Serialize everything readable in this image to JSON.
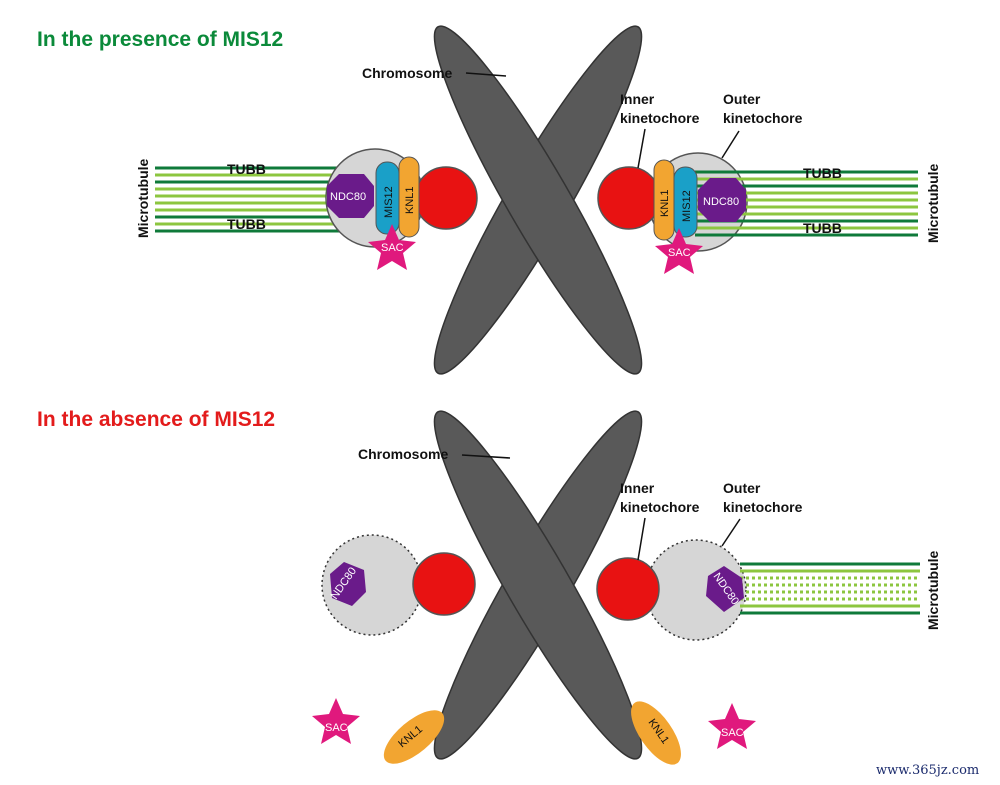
{
  "panels": {
    "top": {
      "title": "In the presence of MIS12",
      "title_color": "#0b8a3a",
      "chromosome_label": "Chromosome",
      "inner_label_line1": "Inner",
      "inner_label_line2": "kinetochore",
      "outer_label_line1": "Outer",
      "outer_label_line2": "kinetochore",
      "microtubule_label": "Microtubule",
      "tubb_label": "TUBB",
      "ndc80_label": "NDC80",
      "mis12_label": "MIS12",
      "knl1_label": "KNL1",
      "sac_label": "SAC"
    },
    "bottom": {
      "title": "In the absence of MIS12",
      "title_color": "#e31b1b",
      "chromosome_label": "Chromosome",
      "inner_label_line1": "Inner",
      "inner_label_line2": "kinetochore",
      "outer_label_line1": "Outer",
      "outer_label_line2": "kinetochore",
      "microtubule_label": "Microtubule",
      "ndc80_label": "NDC80",
      "knl1_label": "KNL1",
      "sac_label": "SAC"
    }
  },
  "watermark": "www.365jz.com",
  "colors": {
    "chromosome": "#595959",
    "centromere": "#e81212",
    "kinetochore": "#d6d6d6",
    "ndc80": "#6a1b8a",
    "mis12": "#1aa0c8",
    "knl1": "#f2a531",
    "sac": "#e0197d",
    "microtubule_dark": "#0f7a3a",
    "microtubule_light": "#8cc63f"
  }
}
